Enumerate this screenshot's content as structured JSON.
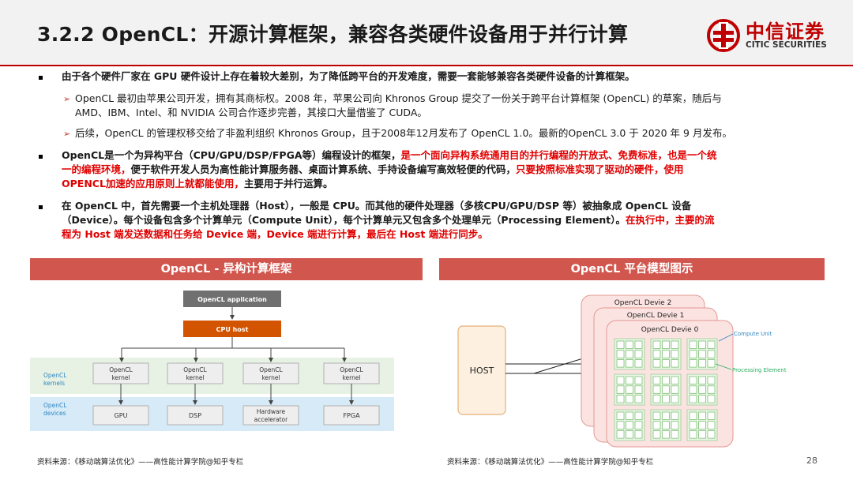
{
  "header": {
    "title": "3.2.2 OpenCL：开源计算框架，兼容各类硬件设备用于并行计算",
    "logo_name": "中信证券",
    "logo_en": "CITIC SECURITIES"
  },
  "bullets": {
    "b1": "由于各个硬件厂家在 GPU 硬件设计上存在着较大差别，为了降低跨平台的开发难度，需要一套能够兼容各类硬件设备的计算框架。",
    "sub1_l1": "OpenCL 最初由苹果公司开发，拥有其商标权。2008 年，苹果公司向 Khronos Group 提交了一份关于跨平台计算框架 (OpenCL) 的草案，随后与",
    "sub1_l2": "AMD、IBM、Intel、和 NVIDIA 公司合作逐步完善，其接口大量借鉴了 CUDA。",
    "sub2": "后续，OpenCL 的管理权移交给了非盈利组织 Khronos Group，且于2008年12月发布了 OpenCL 1.0。最新的OpenCL 3.0 于 2020 年 9 月发布。",
    "b2_l1_a": "OpenCL是一个为异构平台（CPU/GPU/DSP/FPGA等）编程设计的框架，",
    "b2_l1_b": "是一个面向异构系统通用目的并行编程的开放式、免费标准，也是一个统",
    "b2_l2_a": "一的编程环境，",
    "b2_l2_b": "便于软件开发人员为高性能计算服务器、桌面计算系统、手持设备编写高效轻便的代码，",
    "b2_l2_c": "只要按照标准实现了驱动的硬件，使用",
    "b2_l3_a": "OPENCL加速的应用原则上就都能使用，",
    "b2_l3_b": "主要用于并行运算。",
    "b3_l1": "在  OpenCL  中，首先需要一个主机处理器（Host），一般是  CPU。而其他的硬件处理器（多核CPU/GPU/DSP  等）被抽象成  OpenCL  设备",
    "b3_l2_a": "（Device）。每个设备包含多个计算单元（Compute Unit），每个计算单元又包含多个处理单元（Processing Element）。",
    "b3_l2_b": "在执行中，主要的流",
    "b3_l3": "程为 Host 端发送数据和任务给 Device 端，Device 端进行计算，最后在 Host 端进行同步。"
  },
  "left_panel": {
    "title": "OpenCL - 异构计算框架",
    "app": "OpenCL application",
    "host": "CPU host",
    "kernels_label": [
      "OpenCL",
      "kernels"
    ],
    "devices_label": [
      "OpenCL",
      "devices"
    ],
    "kernel": [
      "OpenCL",
      "kernel"
    ],
    "devices": [
      [
        "GPU"
      ],
      [
        "DSP"
      ],
      [
        "Hardware",
        "accelerator"
      ],
      [
        "FPGA"
      ]
    ],
    "source": "资料来源：《移动端算法优化》——高性能计算学院@知乎专栏"
  },
  "right_panel": {
    "title": "OpenCL 平台模型图示",
    "host": "HOST",
    "dev2": "OpenCL Devie 2",
    "dev1": "OpenCL Devie 1",
    "dev0": "OpenCL Devie 0",
    "compute_unit": "Compute Unit",
    "processing_element": "Processing Element",
    "source": "资料来源：《移动端算法优化》——高性能计算学院@知乎专栏"
  },
  "page_number": "28",
  "colors": {
    "accent": "#c00000",
    "panel": "#d0564e",
    "highlight": "#e00000"
  }
}
